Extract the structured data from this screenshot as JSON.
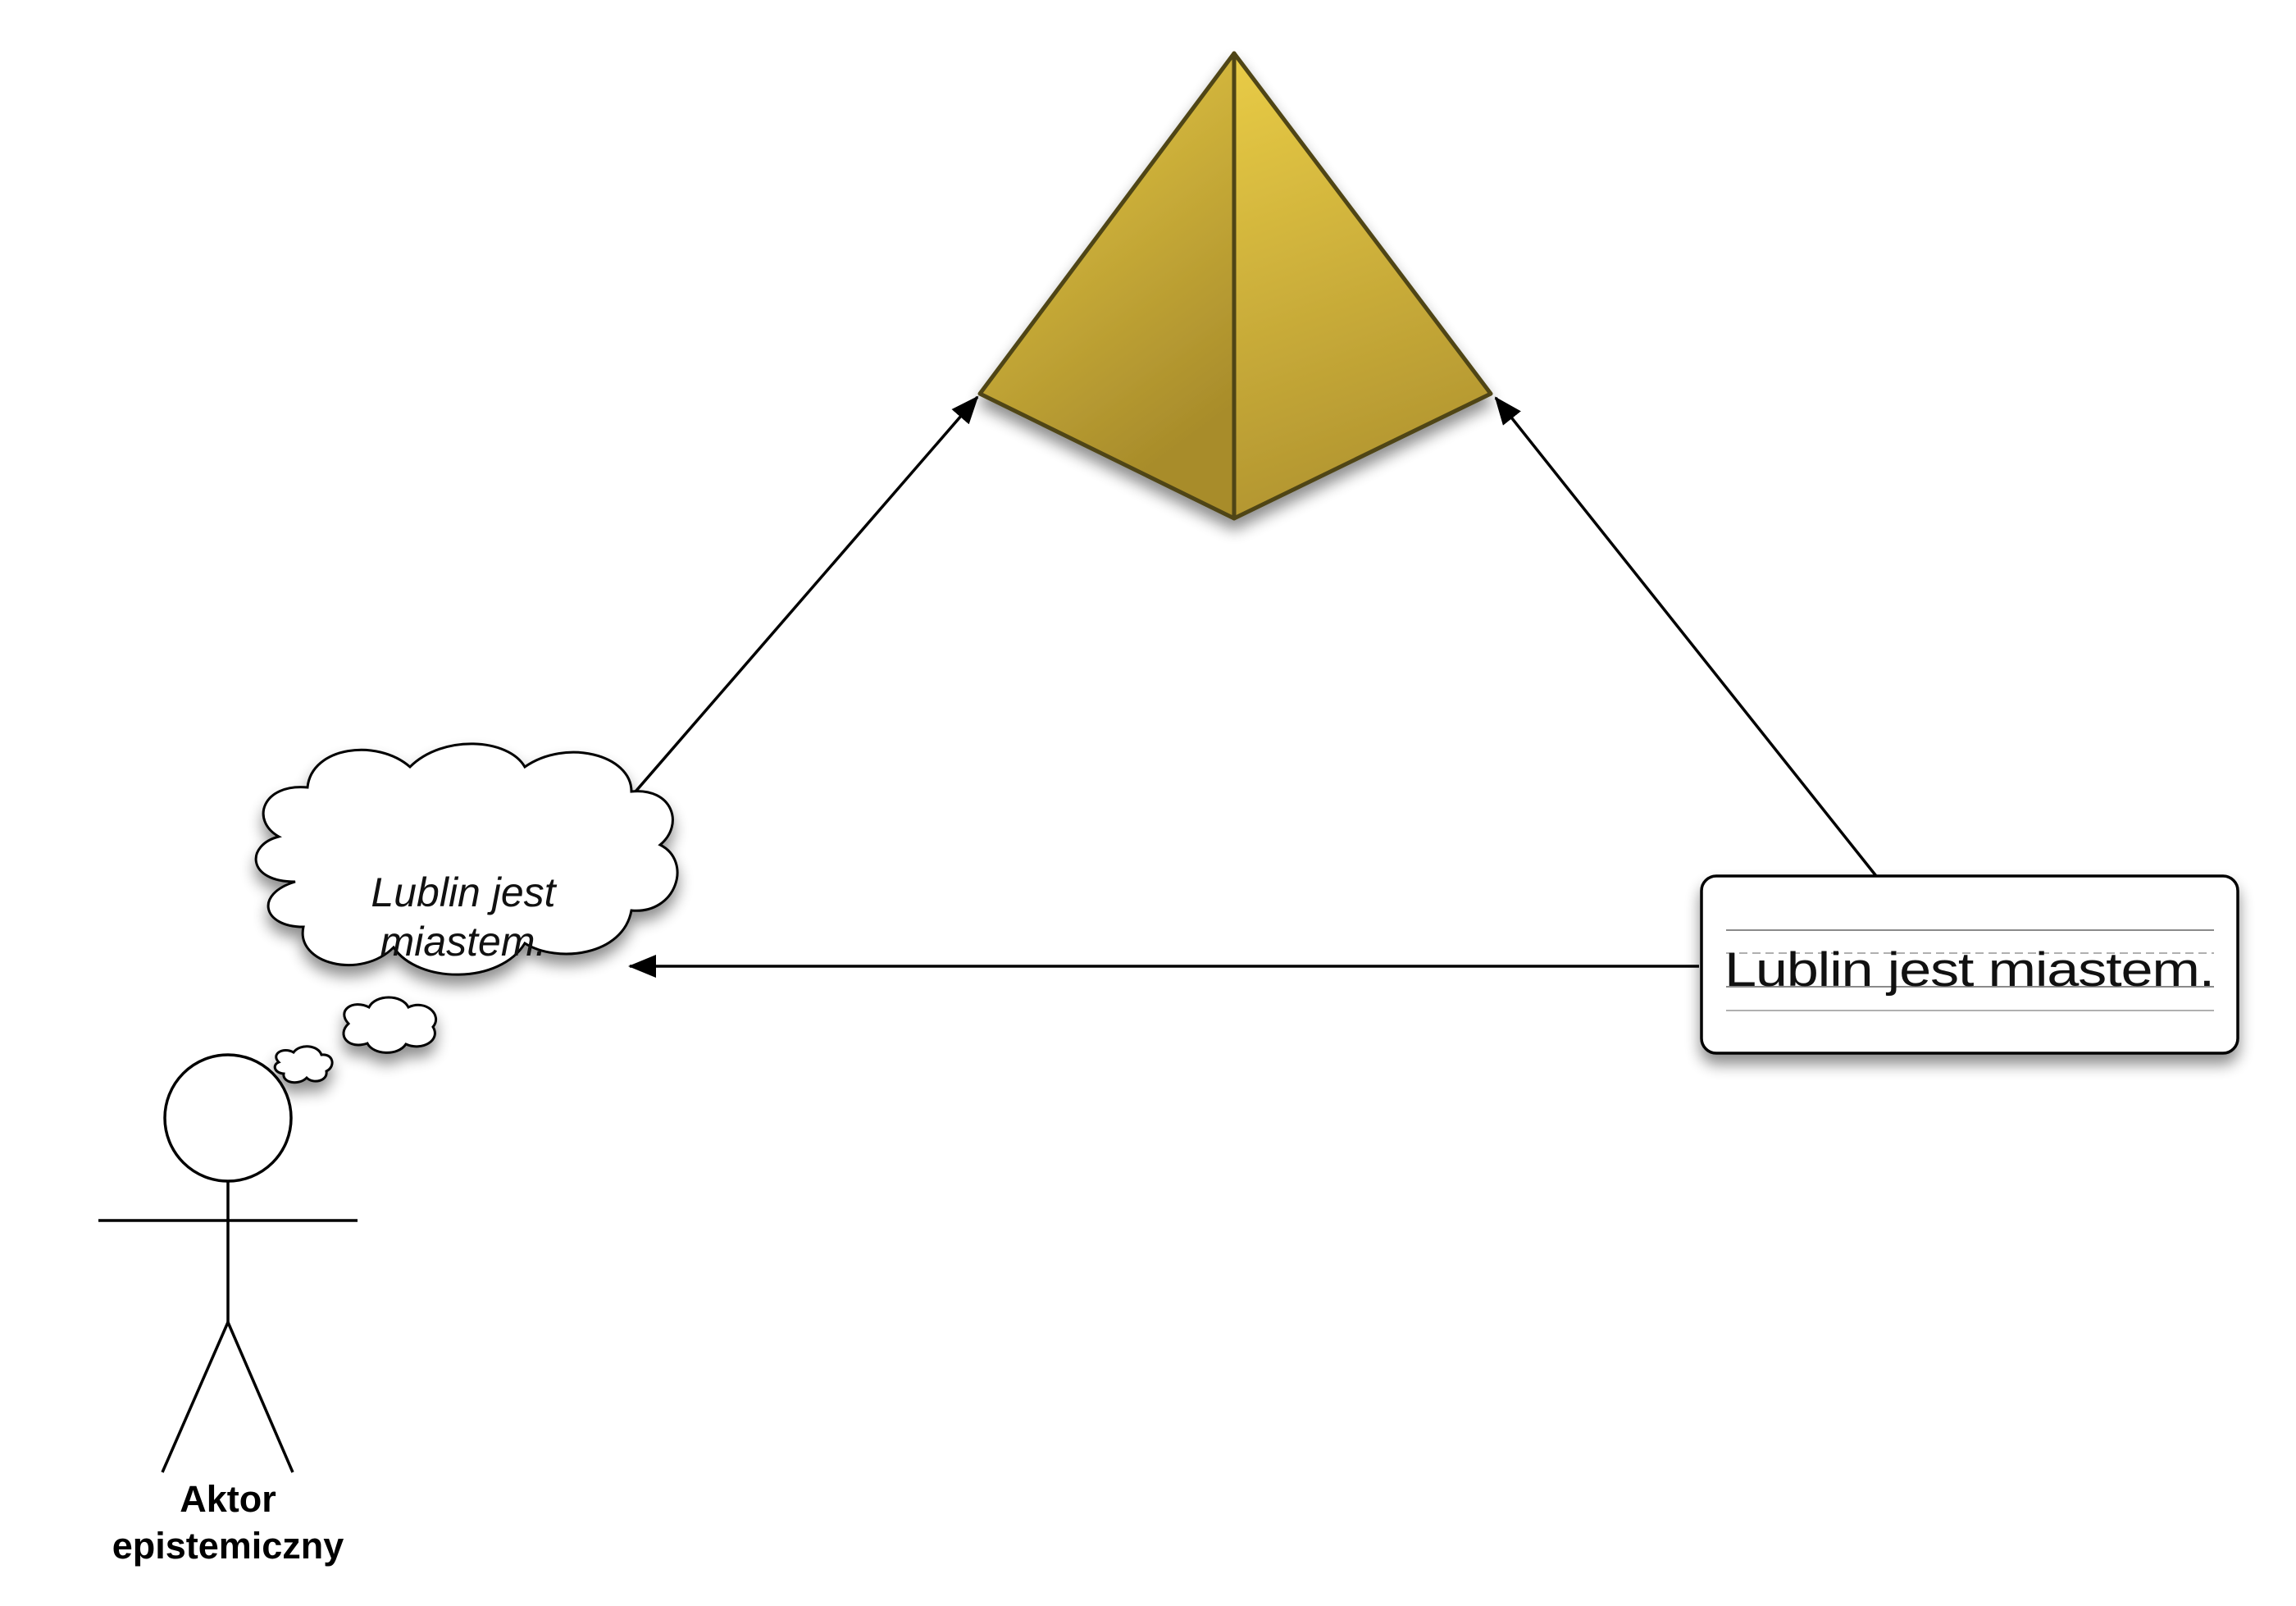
{
  "thought": {
    "line1": "Lublin jest",
    "line2": "miastem."
  },
  "sentence": {
    "text": "Lublin jest miastem."
  },
  "actor": {
    "line1": "Aktor",
    "line2": "epistemiczny"
  },
  "colors": {
    "pyramid_light": "#e6c843",
    "pyramid_dark": "#a98e2c",
    "pyramid_edge": "#4f4412",
    "line": "#000000"
  },
  "icons": {
    "referent": "pyramid-icon",
    "actor": "stick-figure-icon",
    "thought": "thought-cloud-icon",
    "document": "handwriting-card-icon"
  }
}
